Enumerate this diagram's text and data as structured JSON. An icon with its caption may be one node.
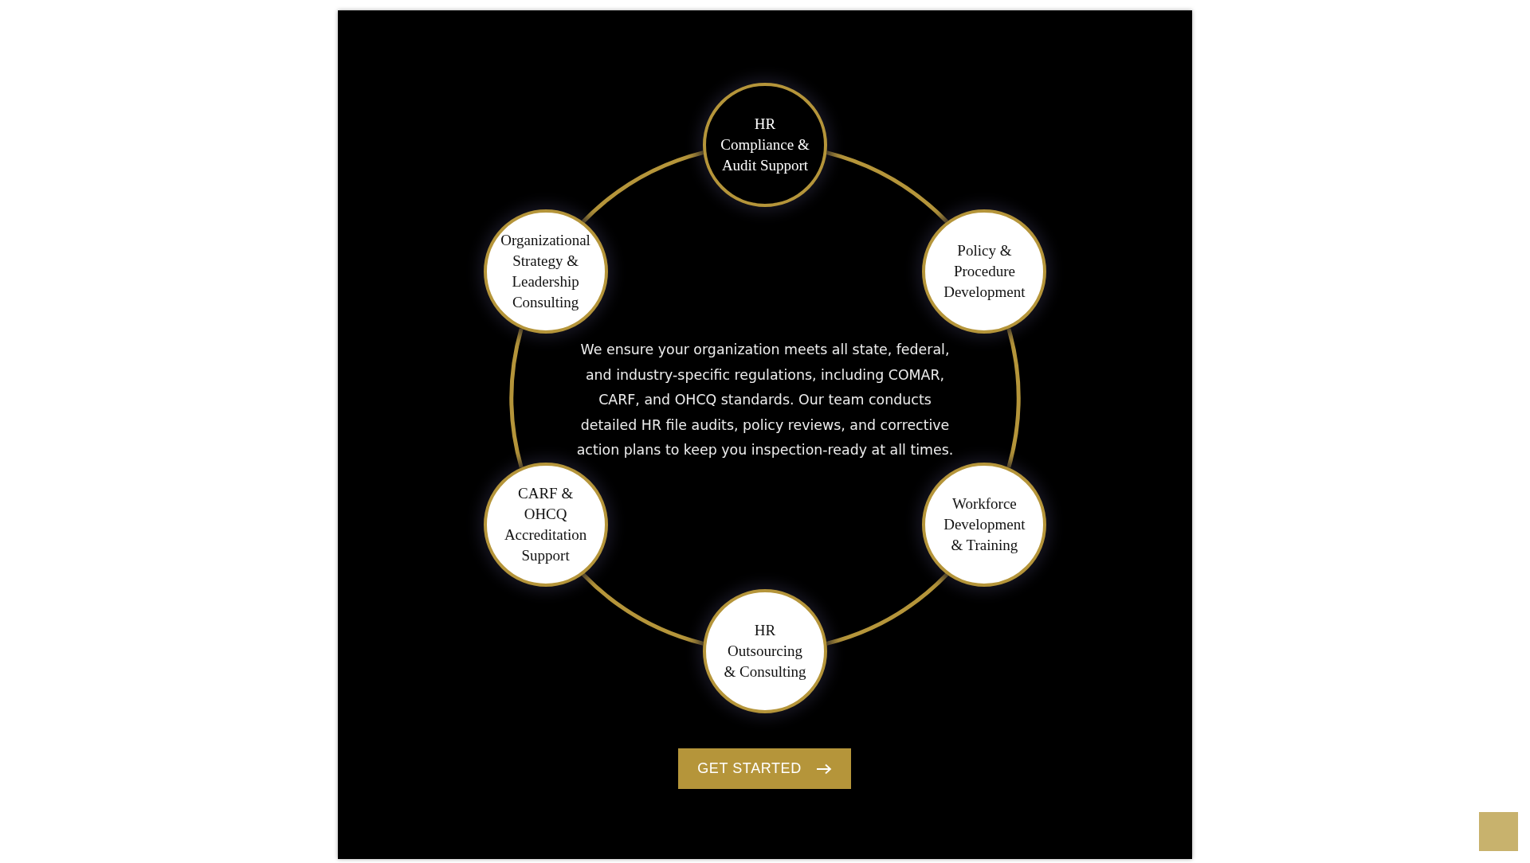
{
  "diagram": {
    "nodes": [
      {
        "text": [
          "HR Compliance & Audit Support"
        ]
      },
      {
        "text": [
          "Organizational Strategy & Leadership Consulting"
        ]
      },
      {
        "text": [
          "Policy & Procedure Development"
        ]
      },
      {
        "text": [
          "CARF & OHCQ Accreditation Support"
        ]
      },
      {
        "text": [
          "Workforce Development & Training"
        ]
      },
      {
        "text": [
          "HR Outsourcing & Consulting"
        ]
      },
      {
        "text": [
          "GET STARTED"
        ]
      }
    ],
    "edges": [
      {
        "from": 0,
        "to": 1,
        "arrow": "none"
      },
      {
        "from": 0,
        "to": 2,
        "arrow": "none"
      },
      {
        "from": 1,
        "to": 3,
        "arrow": "none"
      },
      {
        "from": 2,
        "to": 4,
        "arrow": "none"
      },
      {
        "from": 3,
        "to": 5,
        "arrow": "none"
      },
      {
        "from": 4,
        "to": 5,
        "arrow": "none"
      }
    ],
    "labels": [
      "We ensure your organization meets all state, federal, and industry-specific regulations, including COMAR, CARF, and OHCQ standards. Our team conducts detailed HR file audits, policy reviews, and corrective action plans to keep you inspection-ready at all times."
    ]
  }
}
